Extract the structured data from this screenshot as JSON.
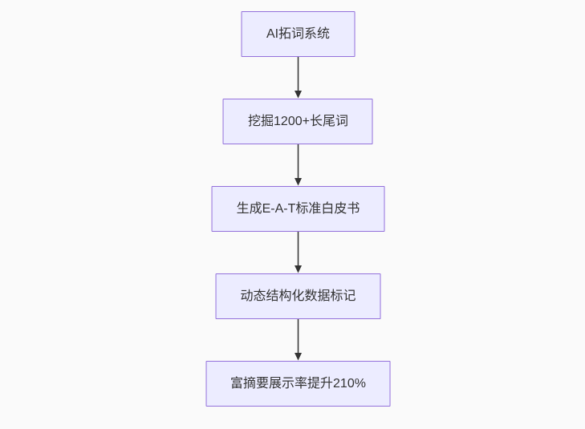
{
  "diagram": {
    "type": "flowchart-top-down",
    "colors": {
      "page_bg": "#fafafa",
      "node_fill": "#ECECFF",
      "node_border": "#9370DB",
      "text_color": "#333333",
      "arrow_color": "#333333"
    },
    "nodes": [
      {
        "id": "step-1",
        "label": "AI拓词系统"
      },
      {
        "id": "step-2",
        "label": "挖掘1200+长尾词"
      },
      {
        "id": "step-3",
        "label": "生成E-A-T标准白皮书"
      },
      {
        "id": "step-4",
        "label": "动态结构化数据标记"
      },
      {
        "id": "step-5",
        "label": "富摘要展示率提升210%"
      }
    ],
    "edges": [
      {
        "from": "step-1",
        "to": "step-2"
      },
      {
        "from": "step-2",
        "to": "step-3"
      },
      {
        "from": "step-3",
        "to": "step-4"
      },
      {
        "from": "step-4",
        "to": "step-5"
      }
    ]
  }
}
